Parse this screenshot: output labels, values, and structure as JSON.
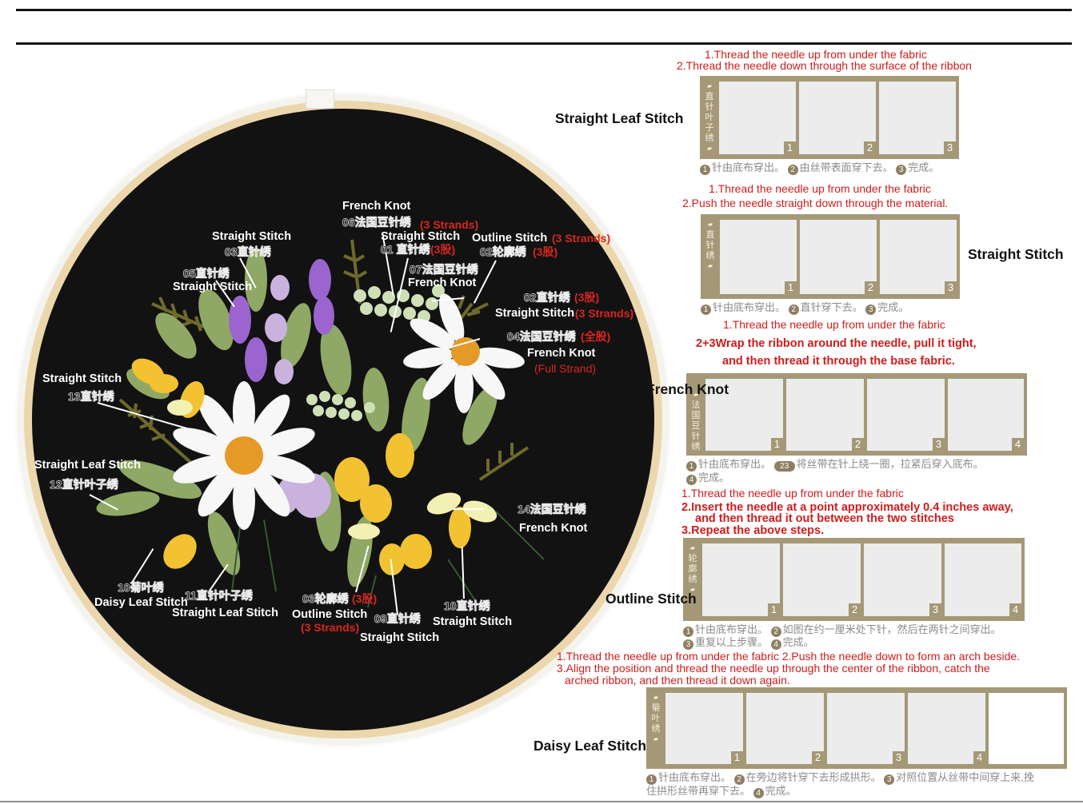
{
  "colors": {
    "fabric": "#121212",
    "hoop_wood": "#ecd7ad",
    "instruction_red": "#d01c1c",
    "panel_frame": "#a59877",
    "caption_gray": "#8b8b8b"
  },
  "hoop_labels": {
    "french_knot_06": {
      "en": "French Knot",
      "cn": "06法国豆针绣",
      "note": "(3 Strands)"
    },
    "straight_01": {
      "en": "Straight Stitch",
      "cn": "01 直针绣",
      "note": "(3股)"
    },
    "outline_02": {
      "en": "Outline Stitch",
      "note": "(3 Strands)",
      "cn": "02轮廓绣",
      "cn_note": "(3股)"
    },
    "straight_03": {
      "en": "Straight Stitch",
      "cn": "03直针绣"
    },
    "straight_05": {
      "cn": "05直针绣",
      "en": "Straight Stitch"
    },
    "french_knot_07": {
      "cn": "07法国豆针绣",
      "en": "French Knot"
    },
    "straight_02b": {
      "cn": "02直针绣",
      "cn_note": "(3股)",
      "en": "Straight Stitch",
      "note": "(3 Strands)"
    },
    "french_knot_04": {
      "cn": "04法国豆针绣",
      "cn_note": "(全股)",
      "en": "French Knot",
      "note": "(Full Strand)"
    },
    "straight_13": {
      "en": "Straight Stitch",
      "cn": "13直针绣"
    },
    "straight_leaf_12": {
      "en": "Straight Leaf Stitch",
      "cn": "12直针叶子绣"
    },
    "french_knot_14": {
      "cn": "14法国豆针绣",
      "en": "French Knot"
    },
    "daisy_leaf_10": {
      "cn": "10菊叶绣",
      "en": "Daisy Leaf Stitch"
    },
    "straight_leaf_11": {
      "cn": "11直针叶子绣",
      "en": "Straight Leaf Stitch"
    },
    "outline_03": {
      "cn": "03轮廓绣",
      "cn_note": "(3股)",
      "en": "Outline Stitch",
      "note": "(3 Strands)"
    },
    "straight_09": {
      "cn": "09直针绣",
      "en": "Straight Stitch"
    },
    "straight_10": {
      "cn": "10直针绣",
      "en": "Straight Stitch"
    }
  },
  "guides": [
    {
      "title": "Straight Leaf Stitch",
      "side_label": "直针叶子绣",
      "instructions": [
        "1.Thread the needle up from under the fabric",
        "2.Thread the needle down through the surface of the ribbon"
      ],
      "photo_numbers": [
        "1",
        "2",
        "3"
      ],
      "caption_lines": [
        [
          "1",
          "针由底布穿出。",
          "2",
          "由丝带表面穿下去。",
          "3",
          "完成。"
        ]
      ]
    },
    {
      "title": "Straight Stitch",
      "side_label": "直针绣",
      "instructions": [
        "1.Thread the needle up from under the fabric",
        "2.Push the needle straight down through the material."
      ],
      "photo_numbers": [
        "1",
        "2",
        "3"
      ],
      "caption_lines": [
        [
          "1",
          "针由底布穿出。",
          "2",
          "直针穿下去。",
          "3",
          "完成。"
        ]
      ]
    },
    {
      "title": "French Knot",
      "side_label": "法国豆针绣",
      "instructions": [
        "1.Thread the needle up from under the fabric",
        "2+3Wrap the ribbon around the needle, pull it tight,",
        "and then thread it through the base fabric."
      ],
      "photo_numbers": [
        "1",
        "2",
        "3",
        "4"
      ],
      "caption_lines": [
        [
          "1",
          "针由底布穿出。",
          "23",
          "将丝带在针上绕一圈，拉紧后穿入底布。"
        ],
        [
          "4",
          "完成。"
        ]
      ]
    },
    {
      "title": "Outline Stitch",
      "side_label": "轮廓绣",
      "instructions": [
        "1.Thread the needle up from under the fabric",
        "2.Insert the needle at a point approximately 0.4 inches away,",
        "and then thread it out between the two stitches",
        "3.Repeat the above steps."
      ],
      "photo_numbers": [
        "1",
        "2",
        "3",
        "4"
      ],
      "caption_lines": [
        [
          "1",
          "针由底布穿出。",
          "2",
          "如图在约一厘米处下针，然后在两针之间穿出。"
        ],
        [
          "3",
          "重复以上步骤。",
          "4",
          "完成。"
        ]
      ]
    },
    {
      "title": "Daisy Leaf Stitch",
      "side_label": "菊叶绣",
      "instructions": [
        "1.Thread the needle up from under the fabric 2.Push the needle down to form an arch beside.",
        "3.Align the position and thread the needle up through the center of the ribbon, catch the",
        "arched ribbon, and then thread it down again."
      ],
      "photo_numbers": [
        "1",
        "2",
        "3",
        "4"
      ],
      "caption_lines": [
        [
          "1",
          "针由底布穿出。",
          "2",
          "在旁边将针穿下去形成拱形。",
          "3",
          "对照位置从丝带中间穿上来,挽"
        ],
        [
          "",
          "住拱形丝带再穿下去。",
          "4",
          "完成。"
        ]
      ]
    }
  ]
}
